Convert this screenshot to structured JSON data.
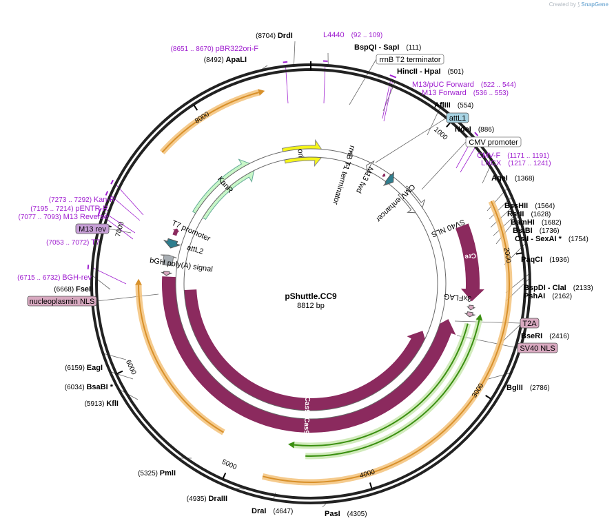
{
  "credit": {
    "prefix": "Created by",
    "brand": "SnapGene"
  },
  "plasmid": {
    "name": "pShuttle.CC9",
    "length": "8812 bp"
  },
  "colors": {
    "backbone": "#222222",
    "purple": "#8b2a5e",
    "orange_halo": "#f3c27a",
    "orange": "#d8902a",
    "green_halo": "#c9e8b0",
    "green": "#3a8f10",
    "yellow": "#f5f51a",
    "kanr": "#c8f7c8",
    "teal": "#2f7e8e",
    "grey": "#a8aeb3",
    "pink": "#d8a9c0",
    "primer": "#a020d0",
    "attL": "#a7d3e3"
  },
  "ticks": [
    {
      "label": "1000"
    },
    {
      "label": "2000"
    },
    {
      "label": "3000"
    },
    {
      "label": "4000"
    },
    {
      "label": "5000"
    },
    {
      "label": "6000"
    },
    {
      "label": "7000"
    },
    {
      "label": "8000"
    }
  ],
  "sites": [
    {
      "name": "DrdI",
      "pos": "(8704)"
    },
    {
      "name": "ApaLI",
      "pos": "(8492)"
    },
    {
      "name": "BspQI",
      "sep": " - ",
      "name2": "SapI",
      "pos": "(111)"
    },
    {
      "name": "HincII",
      "sep": " - ",
      "name2": "HpaI",
      "pos": "(501)"
    },
    {
      "name": "AflIII",
      "pos": "(554)"
    },
    {
      "name": "NdeI",
      "pos": "(886)"
    },
    {
      "name": "AgeI",
      "pos": "(1368)"
    },
    {
      "name": "BssHII",
      "pos": "(1564)"
    },
    {
      "name": "RsrII",
      "pos": "(1628)"
    },
    {
      "name": "BamHI",
      "pos": "(1682)"
    },
    {
      "name": "BstBI",
      "pos": "(1736)"
    },
    {
      "name": "CsiI",
      "sep": " - ",
      "name2": "SexAI *",
      "pos": "(1754)"
    },
    {
      "name": "PaqCI",
      "pos": "(1936)"
    },
    {
      "name": "BspDI",
      "sep": " - ",
      "name2": "ClaI",
      "pos": "(2133)"
    },
    {
      "name": "PshAI",
      "pos": "(2162)"
    },
    {
      "name": "BseRI",
      "pos": "(2416)"
    },
    {
      "name": "BglII",
      "pos": "(2786)"
    },
    {
      "name": "PasI",
      "pos": "(4305)"
    },
    {
      "name": "DraI",
      "pos": "(4647)"
    },
    {
      "name": "DraIII",
      "pos": "(4935)"
    },
    {
      "name": "PmlI",
      "pos": "(5325)"
    },
    {
      "name": "KflI",
      "pos": "(5913)"
    },
    {
      "name": "BsaBI *",
      "pos": "(6034)"
    },
    {
      "name": "EagI",
      "pos": "(6159)"
    },
    {
      "name": "FseI",
      "pos": "(6668)"
    }
  ],
  "primers": [
    {
      "name": "pBR322ori-F",
      "pos": "(8651 .. 8670)"
    },
    {
      "name": "L4440",
      "pos": "(92 .. 109)"
    },
    {
      "name": "M13/pUC Forward",
      "pos": "(522 .. 544)"
    },
    {
      "name": "M13 Forward",
      "pos": "(536 .. 553)"
    },
    {
      "name": "CMV-F",
      "pos": "(1171 .. 1191)"
    },
    {
      "name": "LNCX",
      "pos": "(1217 .. 1241)"
    },
    {
      "name": "Kan-R",
      "pos": "(7273 .. 7292)"
    },
    {
      "name": "pENTR-R",
      "pos": "(7195 .. 7214)"
    },
    {
      "name": "M13 Reverse",
      "pos": "(7077 .. 7093)"
    },
    {
      "name": "T7",
      "pos": "(7053 .. 7072)"
    },
    {
      "name": "BGH-rev",
      "pos": "(6715 .. 6732)"
    }
  ],
  "boxed_labels": [
    {
      "text": "rrnB T2 terminator"
    },
    {
      "text": "attL1"
    },
    {
      "text": "CMV promoter"
    },
    {
      "text": "M13 rev"
    },
    {
      "text": "nucleoplasmin NLS"
    },
    {
      "text": "T2A"
    },
    {
      "text": "SV40 NLS"
    }
  ],
  "features": [
    {
      "label": "ori"
    },
    {
      "label": "KanR"
    },
    {
      "label": "Cre"
    },
    {
      "label": "Cas9"
    },
    {
      "label": "Cas9"
    },
    {
      "label": "rrnB T1 terminator"
    },
    {
      "label": "M13 fwd"
    },
    {
      "label": "CMV enhancer"
    },
    {
      "label": "SV40 NLS"
    },
    {
      "label": "3xFLAG"
    },
    {
      "label": "T7 promoter"
    },
    {
      "label": "attL2"
    },
    {
      "label": "bGH poly(A) signal"
    }
  ]
}
